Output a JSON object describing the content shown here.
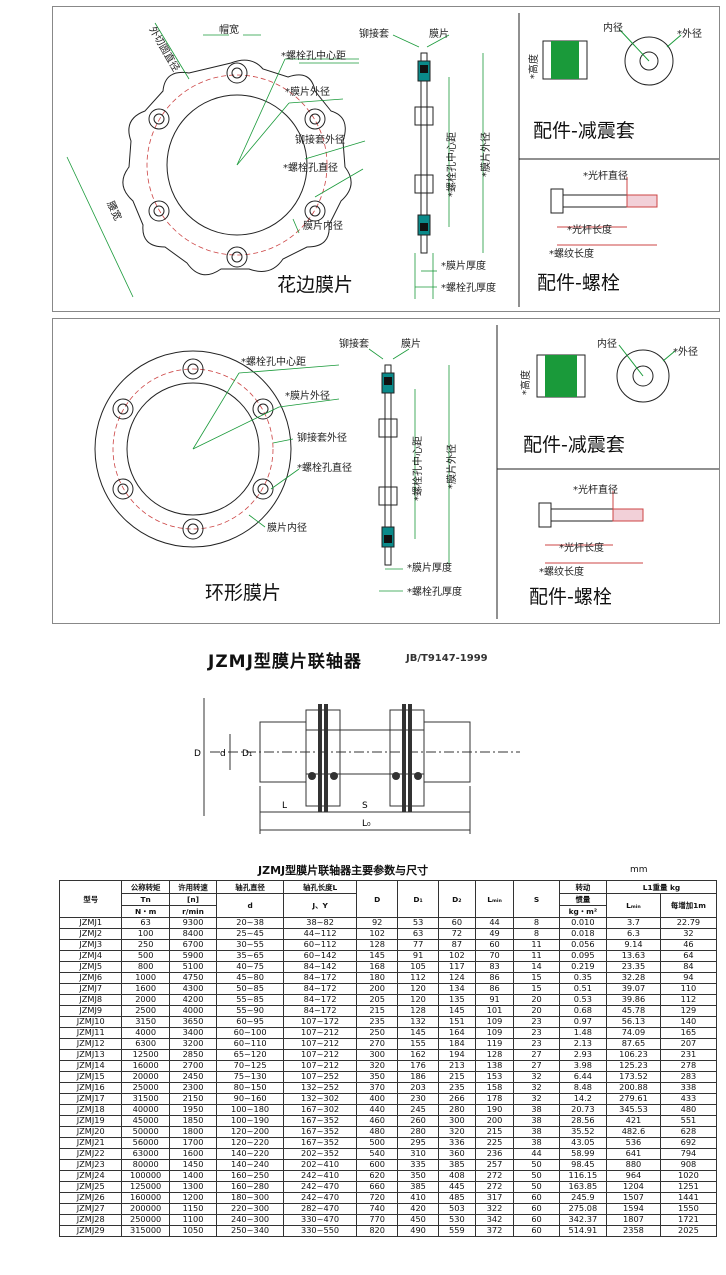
{
  "panel1": {
    "labels": {
      "outer_circle": "外切圆直径",
      "hat_width": "帽宽",
      "bolt_pcd": "*螺栓孔中心距",
      "disc_od": "*膜片外径",
      "rivet_od": "铆接套外径",
      "bolt_hole_d": "*螺栓孔直径",
      "disc_id": "膜片内径",
      "waist_width": "腰宽",
      "rivet_sleeve": "铆接套",
      "disc": "膜片",
      "v_pcd": "*螺栓孔中心距",
      "v_od": "*膜片外径",
      "thickness": "*膜片厚度",
      "bolt_thickness": "*螺栓孔厚度",
      "caption": "花边膜片",
      "dampener_id": "内径",
      "dampener_od": "*外径",
      "dampener_h": "*高度",
      "dampener_caption": "配件-减震套",
      "bolt_shank_d": "*光杆直径",
      "bolt_shank_l": "*光杆长度",
      "bolt_thread_l": "*螺纹长度",
      "bolt_caption": "配件-螺栓"
    }
  },
  "panel2": {
    "labels": {
      "bolt_pcd": "*螺栓孔中心距",
      "disc_od": "*膜片外径",
      "rivet_od": "铆接套外径",
      "bolt_hole_d": "*螺栓孔直径",
      "disc_id": "膜片内径",
      "rivet_sleeve": "铆接套",
      "disc": "膜片",
      "v_pcd": "*螺栓孔中心距",
      "v_od": "*膜片外径",
      "thickness": "*膜片厚度",
      "bolt_thickness": "*螺栓孔厚度",
      "caption": "环形膜片",
      "dampener_id": "内径",
      "dampener_od": "*外径",
      "dampener_h": "*高度",
      "dampener_caption": "配件-减震套",
      "bolt_shank_d": "*光杆直径",
      "bolt_shank_l": "*光杆长度",
      "bolt_thread_l": "*螺纹长度",
      "bolt_caption": "配件-螺栓"
    }
  },
  "title": {
    "main": "JZMJ型膜片联轴器",
    "standard": "JB/T9147-1999"
  },
  "drawing_labels": {
    "D": "D",
    "d": "d",
    "D1": "D₁",
    "L": "L",
    "L0": "L₀",
    "S": "S"
  },
  "table": {
    "caption": "JZMJ型膜片联轴器主要参数与尺寸",
    "unit": "mm",
    "headers": {
      "model": "型号",
      "torque": "公称转矩",
      "torque_sym": "Tn",
      "torque_unit": "N・m",
      "speed": "许用转速",
      "speed_sym": "[n]",
      "speed_unit": "r/min",
      "bore": "轴孔直径",
      "bore_sym": "d",
      "length": "轴孔长度L",
      "length_sym": "J、Y",
      "D": "D",
      "D1": "D₁",
      "D2": "D₂",
      "Lmin": "Lₘᵢₙ",
      "S": "S",
      "inertia": "转动",
      "inertia2": "惯量",
      "inertia_unit": "kg・m²",
      "weight": "L1重量 kg",
      "w_lmin": "Lₘᵢₙ",
      "w_per_m": "每增加1m"
    },
    "rows": [
      [
        "JZMJ1",
        "63",
        "9300",
        "20~38",
        "38~82",
        "92",
        "53",
        "60",
        "44",
        "8",
        "0.010",
        "3.7",
        "22.79"
      ],
      [
        "JZMJ2",
        "100",
        "8400",
        "25~45",
        "44~112",
        "102",
        "63",
        "72",
        "49",
        "8",
        "0.018",
        "6.3",
        "32"
      ],
      [
        "JZMJ3",
        "250",
        "6700",
        "30~55",
        "60~112",
        "128",
        "77",
        "87",
        "60",
        "11",
        "0.056",
        "9.14",
        "46"
      ],
      [
        "JZMJ4",
        "500",
        "5900",
        "35~65",
        "60~142",
        "145",
        "91",
        "102",
        "70",
        "11",
        "0.095",
        "13.63",
        "64"
      ],
      [
        "JZMJ5",
        "800",
        "5100",
        "40~75",
        "84~142",
        "168",
        "105",
        "117",
        "83",
        "14",
        "0.219",
        "23.35",
        "84"
      ],
      [
        "JZMJ6",
        "1000",
        "4750",
        "45~80",
        "84~172",
        "180",
        "112",
        "124",
        "86",
        "15",
        "0.35",
        "32.28",
        "94"
      ],
      [
        "JZMJ7",
        "1600",
        "4300",
        "50~85",
        "84~172",
        "200",
        "120",
        "134",
        "86",
        "15",
        "0.51",
        "39.07",
        "110"
      ],
      [
        "JZMJ8",
        "2000",
        "4200",
        "55~85",
        "84~172",
        "205",
        "120",
        "135",
        "91",
        "20",
        "0.53",
        "39.86",
        "112"
      ],
      [
        "JZMJ9",
        "2500",
        "4000",
        "55~90",
        "84~172",
        "215",
        "128",
        "145",
        "101",
        "20",
        "0.68",
        "45.78",
        "129"
      ],
      [
        "JZMJ10",
        "3150",
        "3650",
        "60~95",
        "107~172",
        "235",
        "132",
        "151",
        "109",
        "23",
        "0.97",
        "56.13",
        "140"
      ],
      [
        "JZMJ11",
        "4000",
        "3400",
        "60~100",
        "107~212",
        "250",
        "145",
        "164",
        "109",
        "23",
        "1.48",
        "74.09",
        "165"
      ],
      [
        "JZMJ12",
        "6300",
        "3200",
        "60~110",
        "107~212",
        "270",
        "155",
        "184",
        "119",
        "23",
        "2.13",
        "87.65",
        "207"
      ],
      [
        "JZMJ13",
        "12500",
        "2850",
        "65~120",
        "107~212",
        "300",
        "162",
        "194",
        "128",
        "27",
        "2.93",
        "106.23",
        "231"
      ],
      [
        "JZMJ14",
        "16000",
        "2700",
        "70~125",
        "107~212",
        "320",
        "176",
        "213",
        "138",
        "27",
        "3.98",
        "125.23",
        "278"
      ],
      [
        "JZMJ15",
        "20000",
        "2450",
        "75~130",
        "107~252",
        "350",
        "186",
        "215",
        "153",
        "32",
        "6.44",
        "173.52",
        "283"
      ],
      [
        "JZMJ16",
        "25000",
        "2300",
        "80~150",
        "132~252",
        "370",
        "203",
        "235",
        "158",
        "32",
        "8.48",
        "200.88",
        "338"
      ],
      [
        "JZMJ17",
        "31500",
        "2150",
        "90~160",
        "132~302",
        "400",
        "230",
        "266",
        "178",
        "32",
        "14.2",
        "279.61",
        "433"
      ],
      [
        "JZMJ18",
        "40000",
        "1950",
        "100~180",
        "167~302",
        "440",
        "245",
        "280",
        "190",
        "38",
        "20.73",
        "345.53",
        "480"
      ],
      [
        "JZMJ19",
        "45000",
        "1850",
        "100~190",
        "167~352",
        "460",
        "260",
        "300",
        "200",
        "38",
        "28.56",
        "421",
        "551"
      ],
      [
        "JZMJ20",
        "50000",
        "1800",
        "120~200",
        "167~352",
        "480",
        "280",
        "320",
        "215",
        "38",
        "35.52",
        "482.6",
        "628"
      ],
      [
        "JZMJ21",
        "56000",
        "1700",
        "120~220",
        "167~352",
        "500",
        "295",
        "336",
        "225",
        "38",
        "43.05",
        "536",
        "692"
      ],
      [
        "JZMJ22",
        "63000",
        "1600",
        "140~220",
        "202~352",
        "540",
        "310",
        "360",
        "236",
        "44",
        "58.99",
        "641",
        "794"
      ],
      [
        "JZMJ23",
        "80000",
        "1450",
        "140~240",
        "202~410",
        "600",
        "335",
        "385",
        "257",
        "50",
        "98.45",
        "880",
        "908"
      ],
      [
        "JZMJ24",
        "100000",
        "1400",
        "160~250",
        "242~410",
        "620",
        "350",
        "408",
        "272",
        "50",
        "116.15",
        "964",
        "1020"
      ],
      [
        "JZMJ25",
        "125000",
        "1300",
        "160~280",
        "242~470",
        "660",
        "385",
        "445",
        "272",
        "50",
        "163.85",
        "1204",
        "1251"
      ],
      [
        "JZMJ26",
        "160000",
        "1200",
        "180~300",
        "242~470",
        "720",
        "410",
        "485",
        "317",
        "60",
        "245.9",
        "1507",
        "1441"
      ],
      [
        "JZMJ27",
        "200000",
        "1150",
        "220~300",
        "282~470",
        "740",
        "420",
        "503",
        "322",
        "60",
        "275.08",
        "1594",
        "1550"
      ],
      [
        "JZMJ28",
        "250000",
        "1100",
        "240~300",
        "330~470",
        "770",
        "450",
        "530",
        "342",
        "60",
        "342.37",
        "1807",
        "1721"
      ],
      [
        "JZMJ29",
        "315000",
        "1050",
        "250~340",
        "330~550",
        "820",
        "490",
        "559",
        "372",
        "60",
        "514.91",
        "2358",
        "2025"
      ]
    ]
  }
}
